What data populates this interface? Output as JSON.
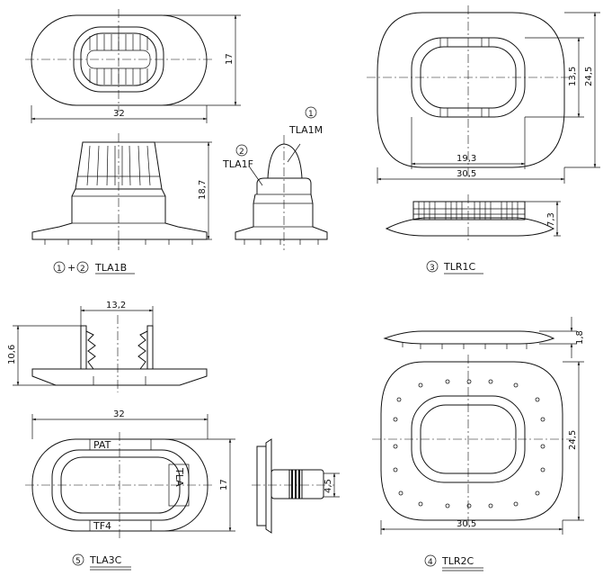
{
  "parts": {
    "tla1b": {
      "dims": {
        "length": "32",
        "width": "17",
        "height": "18,7"
      },
      "callouts": {
        "num1": "1",
        "num2": "2",
        "male": "TLA1M",
        "female": "TLA1F"
      },
      "caption": {
        "num1": "1",
        "plus": "+",
        "num2": "2",
        "name": "TLA1B"
      }
    },
    "tlr1c": {
      "dims": {
        "inner_w": "19,3",
        "outer_w": "30,5",
        "inner_h": "13,5",
        "outer_h": "24,5",
        "height": "7,3"
      },
      "caption": {
        "num": "3",
        "name": "TLR1C"
      }
    },
    "tla3c": {
      "dims": {
        "gap": "13,2",
        "height": "10,6",
        "length": "32",
        "width": "17",
        "pin": "4,5"
      },
      "marks": {
        "top": "PAT",
        "side": "TLA",
        "bottom": "TF4"
      },
      "caption": {
        "num": "5",
        "name": "TLA3C"
      }
    },
    "tlr2c": {
      "dims": {
        "thick": "1,8",
        "outer_h": "24,5",
        "outer_w": "30,5"
      },
      "caption": {
        "num": "4",
        "name": "TLR2C"
      }
    }
  }
}
